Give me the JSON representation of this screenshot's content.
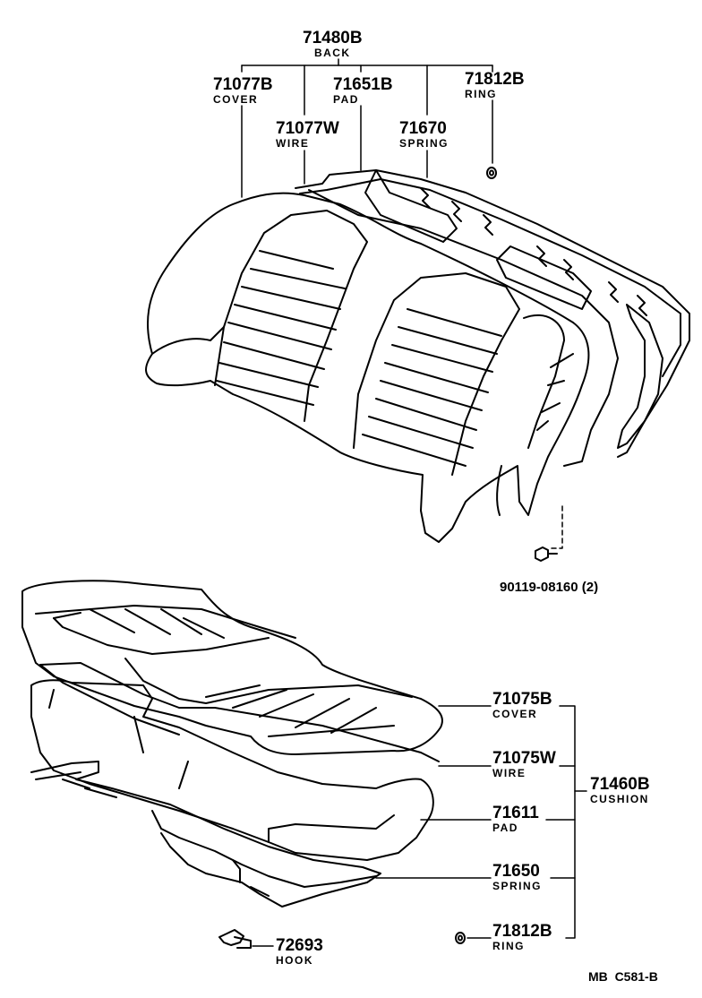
{
  "parts": {
    "back_assy": {
      "number": "71480B",
      "name": "BACK"
    },
    "back_cover": {
      "number": "71077B",
      "name": "COVER"
    },
    "back_pad": {
      "number": "71651B",
      "name": "PAD"
    },
    "back_ring": {
      "number": "71812B",
      "name": "RING"
    },
    "back_wire": {
      "number": "71077W",
      "name": "WIRE"
    },
    "back_spring": {
      "number": "71670",
      "name": "SPRING"
    },
    "bolt": {
      "code": "90119-08160 (2)"
    },
    "cushion_cover": {
      "number": "71075B",
      "name": "COVER"
    },
    "cushion_wire": {
      "number": "71075W",
      "name": "WIRE"
    },
    "cushion_assy": {
      "number": "71460B",
      "name": "CUSHION"
    },
    "cushion_pad": {
      "number": "71611",
      "name": "PAD"
    },
    "cushion_spring": {
      "number": "71650",
      "name": "SPRING"
    },
    "cushion_ring": {
      "number": "71812B",
      "name": "RING"
    },
    "hook": {
      "number": "72693",
      "name": "HOOK"
    }
  },
  "footer": {
    "model": "MB",
    "code": "C581-B"
  }
}
